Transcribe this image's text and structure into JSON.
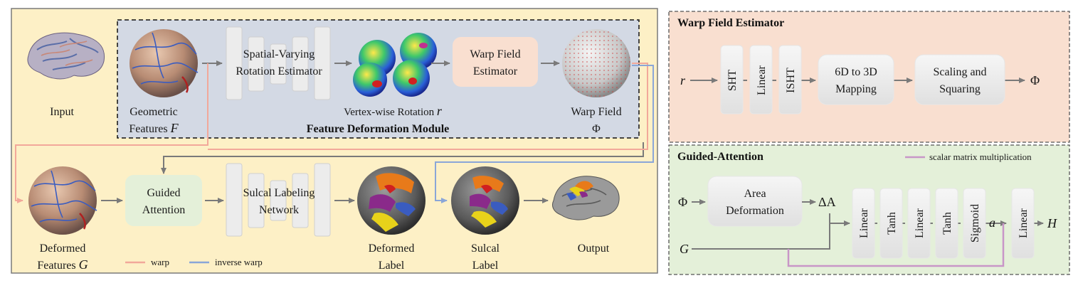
{
  "colors": {
    "left_panel_bg": "#fdf0c6",
    "module_bg": "#d3d9e4",
    "warp_panel_bg": "#f9dfd0",
    "attn_panel_bg": "#e4f0d9",
    "warp_arrow": "#f2a89a",
    "inverse_warp_arrow": "#8aa6d8",
    "gray_arrow": "#7a7a7a",
    "purple_line": "#c896c8"
  },
  "pipeline": {
    "input_label": "Input",
    "geometric_features_label": [
      "Geometric",
      "Features "
    ],
    "geometric_features_symbol": "F",
    "rotation_estimator_label": [
      "Spatial-Varying",
      "Rotation Estimator"
    ],
    "vertex_rotation_label": "Vertex-wise Rotation ",
    "vertex_rotation_symbol": "r",
    "warp_field_estimator_label": [
      "Warp Field",
      "Estimator"
    ],
    "warp_field_label": [
      "Warp Field",
      "Φ"
    ],
    "feature_deformation_module_title": "Feature Deformation Module",
    "deformed_features_label": [
      "Deformed",
      "Features "
    ],
    "deformed_features_symbol": "G",
    "guided_attention_label": [
      "Guided",
      "Attention"
    ],
    "sulcal_network_label": [
      "Sulcal Labeling",
      "Network"
    ],
    "deformed_label_label": [
      "Deformed",
      "Label"
    ],
    "sulcal_label_label": [
      "Sulcal",
      "Label"
    ],
    "output_label": "Output",
    "legend_warp": "warp",
    "legend_inverse_warp": "inverse warp"
  },
  "warp_panel": {
    "title": "Warp Field Estimator",
    "input_symbol": "r",
    "layers": [
      "SHT",
      "Linear",
      "ISHT"
    ],
    "mapping_label": [
      "6D to 3D",
      "Mapping"
    ],
    "scaling_label": [
      "Scaling and",
      "Squaring"
    ],
    "output_symbol": "Φ"
  },
  "attention_panel": {
    "title": "Guided-Attention",
    "legend_label": "scalar matrix multiplication",
    "input_phi": "Φ",
    "input_g": "G",
    "area_deformation_label": [
      "Area",
      "Deformation"
    ],
    "delta_a": "ΔA",
    "layers": [
      "Linear",
      "Tanh",
      "Linear",
      "Tanh",
      "Sigmoid"
    ],
    "a_symbol": "a",
    "final_layer": "Linear",
    "output_symbol": "H"
  }
}
